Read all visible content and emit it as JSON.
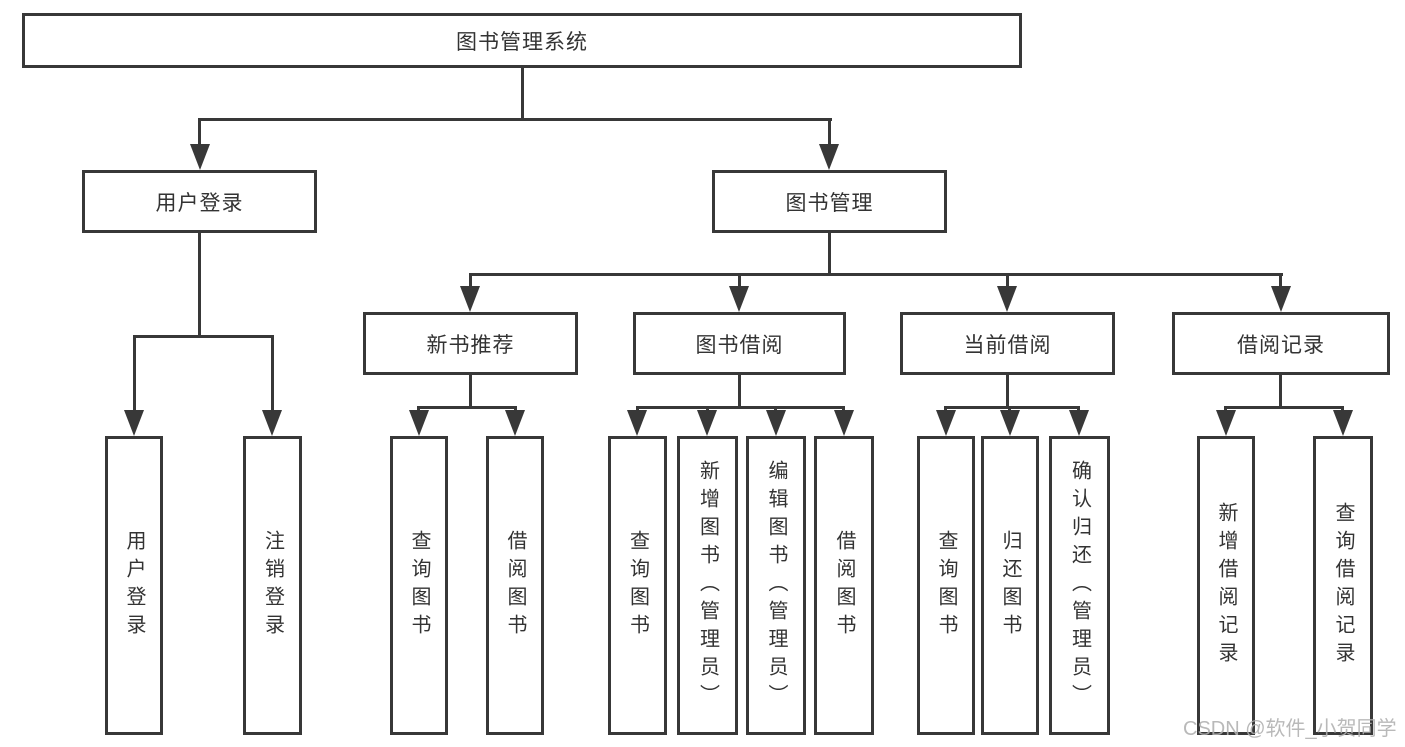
{
  "tree": {
    "label": "图书管理系统",
    "children": [
      {
        "label": "用户登录",
        "children": [
          {
            "label": "用户登录"
          },
          {
            "label": "注销登录"
          }
        ]
      },
      {
        "label": "图书管理",
        "children": [
          {
            "label": "新书推荐",
            "children": [
              {
                "label": "查询图书"
              },
              {
                "label": "借阅图书"
              }
            ]
          },
          {
            "label": "图书借阅",
            "children": [
              {
                "label": "查询图书"
              },
              {
                "label": "新增图书（管理员）"
              },
              {
                "label": "编辑图书（管理员）"
              },
              {
                "label": "借阅图书"
              }
            ]
          },
          {
            "label": "当前借阅",
            "children": [
              {
                "label": "查询图书"
              },
              {
                "label": "归还图书"
              },
              {
                "label": "确认归还（管理员）"
              }
            ]
          },
          {
            "label": "借阅记录",
            "children": [
              {
                "label": "新增借阅记录"
              },
              {
                "label": "查询借阅记录"
              }
            ]
          }
        ]
      }
    ]
  },
  "watermark": {
    "text": "CSDN @软件_小贺同学"
  },
  "colors": {
    "line": "#383838",
    "text": "#333333",
    "background": "#ffffff",
    "watermark": "#b0b0b0"
  }
}
